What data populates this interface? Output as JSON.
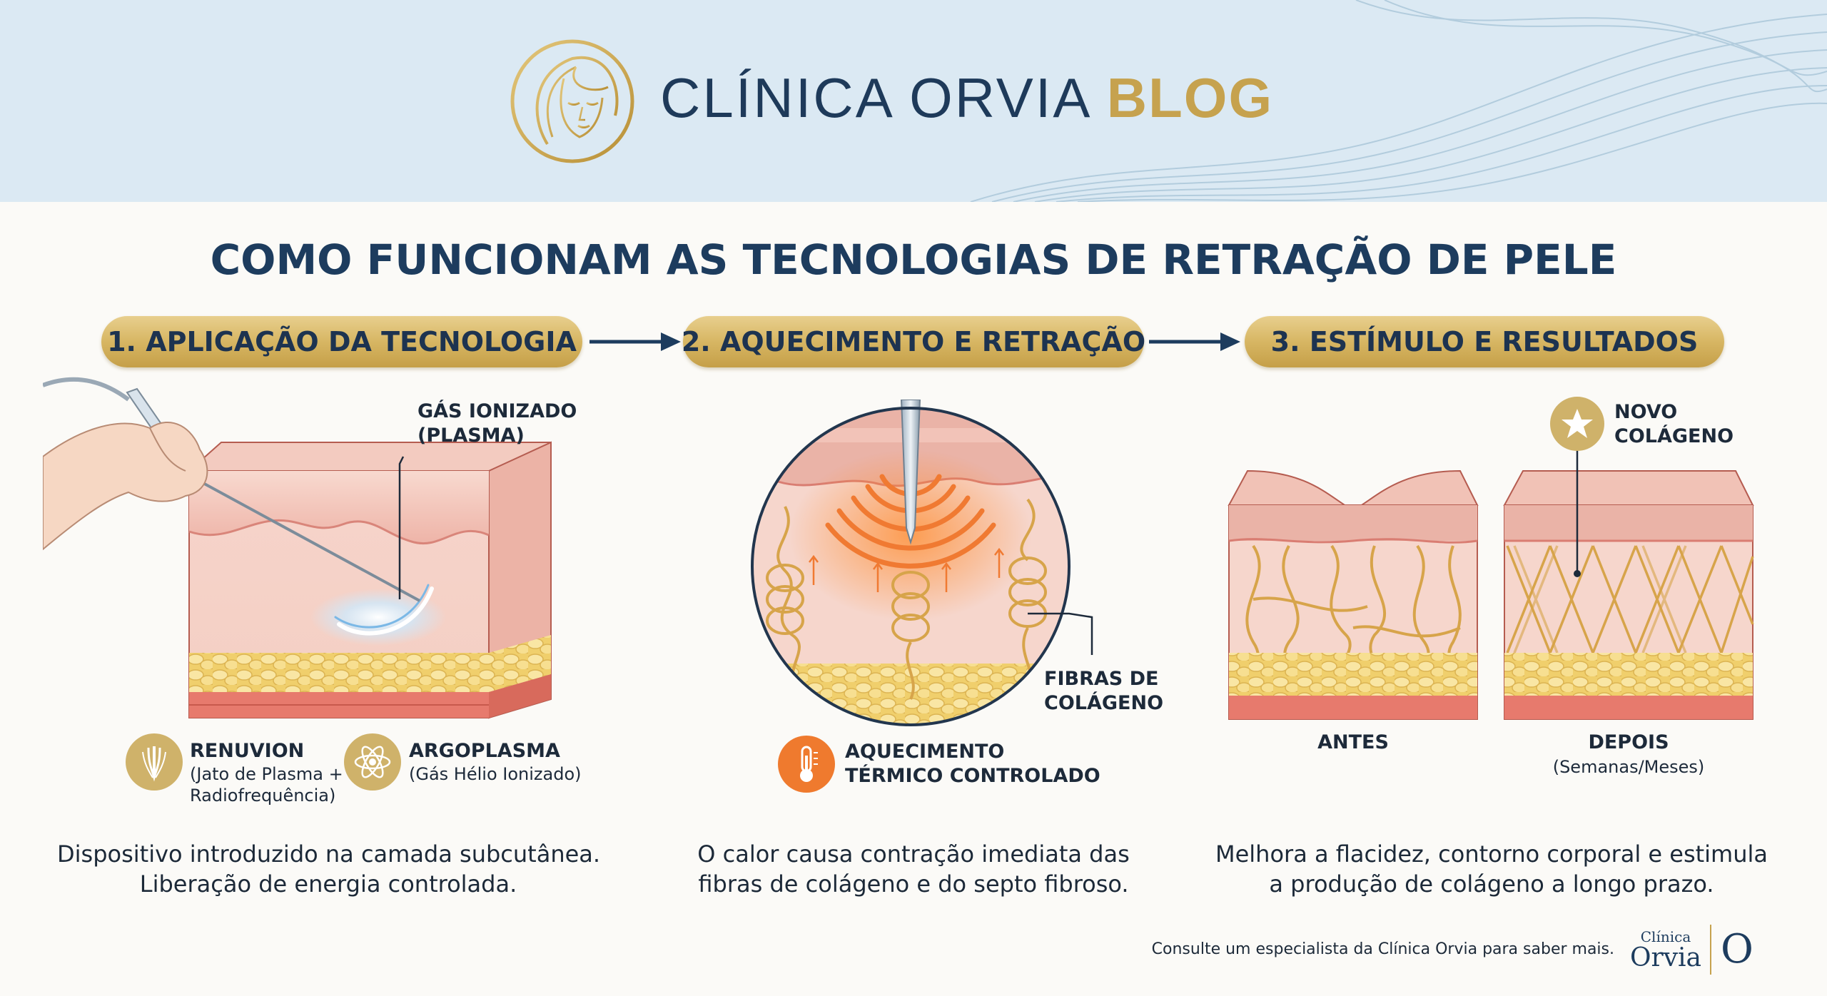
{
  "header": {
    "brand_name": "CLÍNICA ORVIA",
    "brand_blog": "BLOG",
    "logo_icon": "woman-face-logo-icon"
  },
  "title": "COMO FUNCIONAM AS TECNOLOGIAS DE RETRAÇÃO DE PELE",
  "steps": [
    {
      "label": "1. APLICAÇÃO DA TECNOLOGIA",
      "callout": [
        "GÁS IONIZADO",
        "(PLASMA)"
      ],
      "technologies": [
        {
          "name": "RENUVION",
          "desc": [
            "(Jato de Plasma +",
            "Radiofrequência)"
          ],
          "icon": "plasma-jet-icon"
        },
        {
          "name": "ARGOPLASMA",
          "desc": [
            "(Gás Hélio Ionizado)"
          ],
          "icon": "atom-icon"
        }
      ],
      "caption": [
        "Dispositivo introduzido na camada subcutânea.",
        "Liberação de energia controlada."
      ]
    },
    {
      "label": "2. AQUECIMENTO E RETRAÇÃO",
      "callout": [
        "FIBRAS DE",
        "COLÁGENO"
      ],
      "badge": {
        "text": [
          "AQUECIMENTO",
          "TÉRMICO CONTROLADO"
        ],
        "icon": "thermometer-icon",
        "color": "#ef7a2e"
      },
      "caption": [
        "O calor causa contração imediata das",
        "fibras de colágeno e do septo fibroso."
      ]
    },
    {
      "label": "3. ESTÍMULO E RESULTADOS",
      "callout": [
        "NOVO",
        "COLÁGENO"
      ],
      "callout_icon": "star-icon",
      "before_label": "ANTES",
      "after_label": "DEPOIS",
      "after_sub": "(Semanas/Meses)",
      "caption": [
        "Melhora a flacidez, contorno corporal e estimula",
        "a produção de colágeno a longo prazo."
      ]
    }
  ],
  "footer": {
    "note": "Consulte um especialista da Clínica Orvia para saber mais.",
    "logo_small": "Clínica",
    "logo_big": "Orvia",
    "logo_mark": "O"
  },
  "colors": {
    "header_bg": "#dbe9f3",
    "navy": "#1d3c5e",
    "gold": "#c6a24e",
    "orange": "#ef7a2e",
    "skin": "#f3c9c0",
    "fat": "#f2d57a"
  }
}
